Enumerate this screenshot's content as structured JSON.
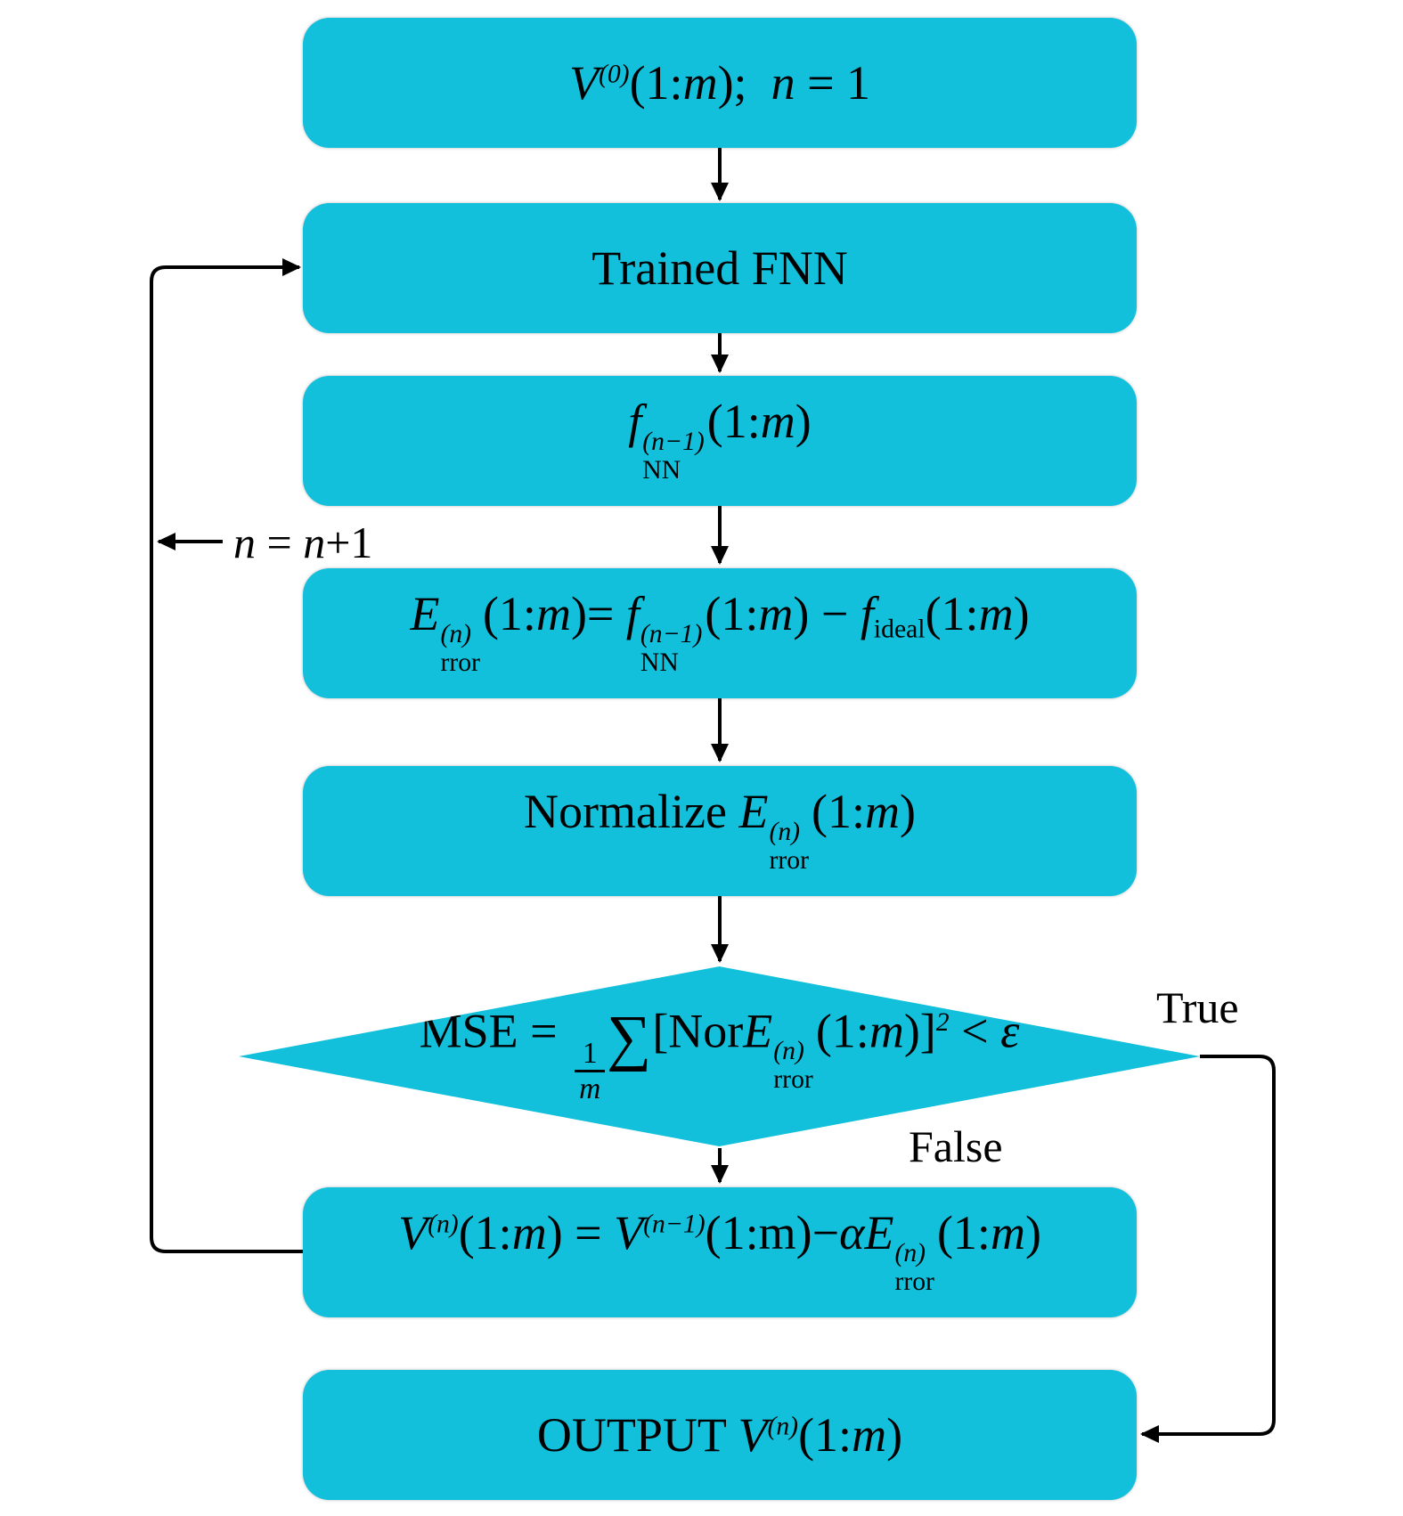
{
  "colors": {
    "node_fill": "#12c0dc",
    "connector": "#000000",
    "text": "#000000",
    "background": "#ffffff"
  },
  "nodes": {
    "init": {
      "V": "V",
      "Vsup": "(0)",
      "open": "(1:",
      "m": "m",
      "close": ");",
      "n": "n",
      "assign": " = 1"
    },
    "trained_fnn": {
      "label": "Trained FNN"
    },
    "fnn_output": {
      "f": "f",
      "fsup": "(n−1)",
      "fsub": "NN",
      "open": "(1:",
      "m": "m",
      "close": ")"
    },
    "error_calc": {
      "E": "E",
      "Esup": "(n)",
      "Esub": "rror",
      "open1": "(1:",
      "m1": "m",
      "eq": ")= ",
      "f": "f",
      "fsup": "(n−1)",
      "fsub": "NN",
      "open2": "(1:",
      "m2": "m",
      "minus": ") − ",
      "f2": "f",
      "f2sub": "ideal",
      "open3": "(1:",
      "m3": "m",
      "close": ")"
    },
    "normalize": {
      "prefix": "Normalize ",
      "E": "E",
      "Esup": "(n)",
      "Esub": "rror",
      "open": "(1:",
      "m": "m",
      "close": ")"
    },
    "decision": {
      "lhs": "MSE = ",
      "num": "1",
      "den": "m",
      "sum": "∑",
      "open_bracket": "[Nor",
      "E": "E",
      "Esup": "(n)",
      "Esub": "rror",
      "open": "(1:",
      "m": "m",
      "close_bracket": ")]",
      "power": "2",
      "lt": " < ",
      "epsilon": "ε"
    },
    "update": {
      "V1": "V",
      "V1sup": "(n)",
      "open1": "(1:",
      "m1": "m",
      "eq": ") = ",
      "V2": "V",
      "V2sup": "(n−1)",
      "open2": "(1:",
      "m2": "m",
      "minus": ")−",
      "alpha": "α",
      "E": "E",
      "Esup": "(n)",
      "Esub": "rror",
      "open3": "(1:",
      "m3": "m",
      "close": ")"
    },
    "output": {
      "prefix": "OUTPUT ",
      "V": "V",
      "Vsup": "(n)",
      "open": "(1:",
      "m": "m",
      "close": ")"
    }
  },
  "edge_labels": {
    "increment": {
      "n1": "n",
      "eq": " = ",
      "n2": "n",
      "plus": "+1"
    },
    "true_branch": "True",
    "false_branch": "False"
  }
}
